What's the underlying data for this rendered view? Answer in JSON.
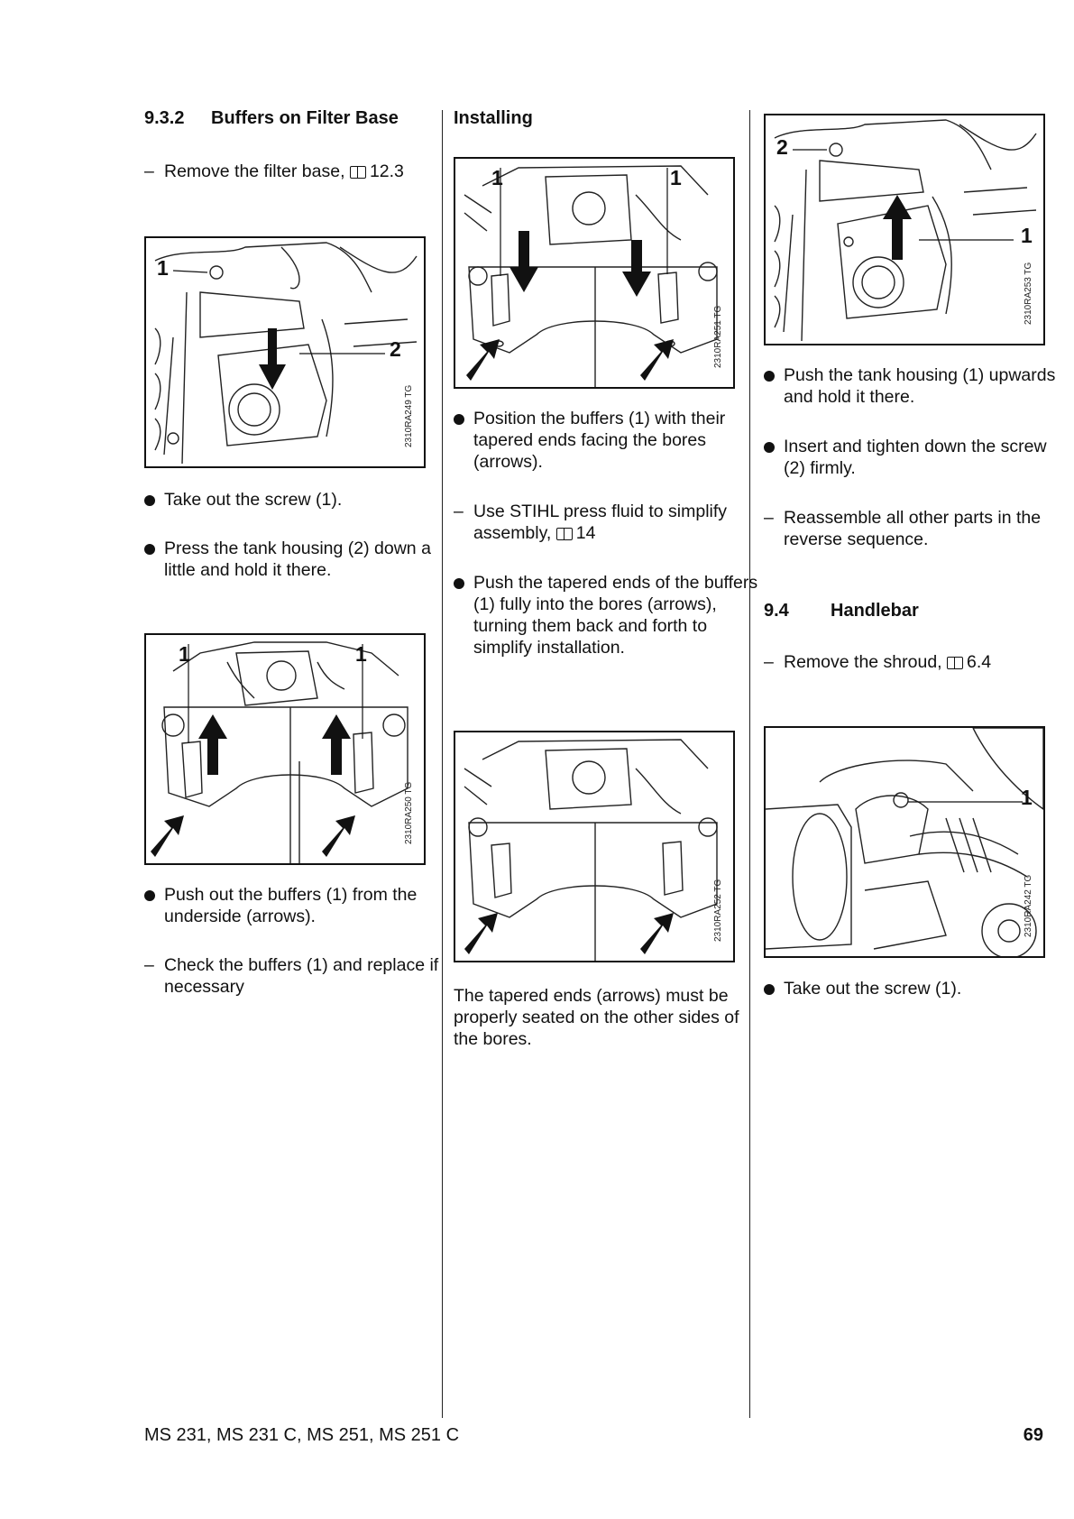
{
  "col1": {
    "heading_num": "9.3.2",
    "heading_title": "Buffers on Filter Base",
    "dash1_text": "Remove the filter base,",
    "dash1_ref": "12.3",
    "fig1": {
      "code": "2310RA249 TG",
      "label_a": "1",
      "label_b": "2"
    },
    "bullet1": "Take out the screw (1).",
    "bullet2": "Press the tank housing (2) down a little and hold it there.",
    "fig2": {
      "code": "2310RA250 TG",
      "label_a": "1",
      "label_b": "1"
    },
    "bullet3": "Push out the buffers (1) from the underside (arrows).",
    "dash2": "Check the buffers (1) and replace if necessary"
  },
  "col2": {
    "heading": "Installing",
    "fig1": {
      "code": "2310RA251 TG",
      "label_a": "1",
      "label_b": "1"
    },
    "bullet1": "Position the buffers (1) with their tapered ends facing the bores (arrows).",
    "dash1_text": "Use STIHL press fluid to simplify assembly,",
    "dash1_ref": "14",
    "bullet2": "Push the tapered ends of the buffers (1) fully into the bores (arrows), turning them back and forth to simplify installation.",
    "fig2": {
      "code": "2310RA252 TG"
    },
    "note": "The tapered ends (arrows) must be properly seated on the other sides of the bores."
  },
  "col3": {
    "fig1": {
      "code": "2310RA253 TG",
      "label_a": "2",
      "label_b": "1"
    },
    "bullet1": "Push the tank housing (1) upwards and hold it there.",
    "bullet2": "Insert and tighten down the screw (2) firmly.",
    "dash1": "Reassemble all other parts in the reverse sequence.",
    "heading_num": "9.4",
    "heading_title": "Handlebar",
    "dash2_text": "Remove the shroud,",
    "dash2_ref": "6.4",
    "fig2": {
      "code": "2310RA242 TG",
      "label_a": "1"
    },
    "bullet3": "Take out the screw (1)."
  },
  "footer": {
    "models": "MS 231, MS 231 C, MS 251, MS 251 C",
    "page": "69"
  }
}
